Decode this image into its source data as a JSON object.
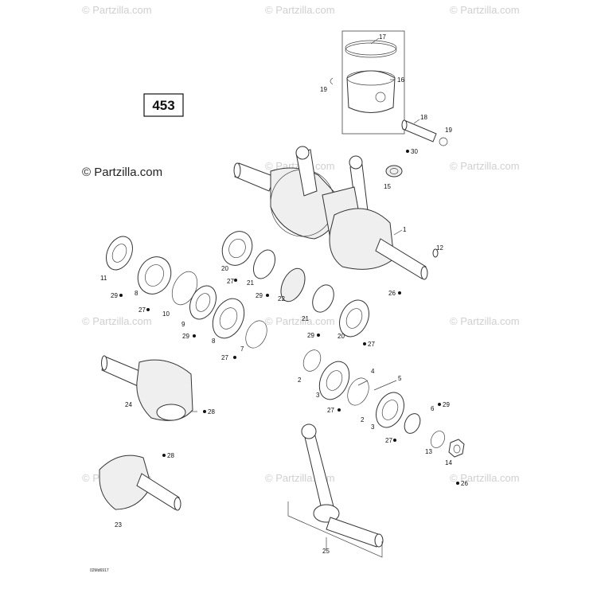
{
  "diagram": {
    "page_number": "453",
    "drawing_code": "02Md6917",
    "watermark_main": "© Partzilla.com",
    "watermark_faint": "© Partzilla.com",
    "labels": {
      "p1": "1",
      "p2a": "2",
      "p2b": "2",
      "p3a": "3",
      "p3b": "3",
      "p4": "4",
      "p5": "5",
      "p6": "6",
      "p7": "7",
      "p8a": "8",
      "p8b": "8",
      "p9": "9",
      "p10": "10",
      "p11": "11",
      "p12": "12",
      "p13": "13",
      "p14": "14",
      "p15": "15",
      "p16": "16",
      "p17": "17",
      "p18": "18",
      "p19a": "19",
      "p19b": "19",
      "p20a": "20",
      "p20b": "20",
      "p21a": "21",
      "p21b": "21",
      "p22": "22",
      "p23": "23",
      "p24": "24",
      "p25": "25",
      "p26a": "26",
      "p26b": "26",
      "p27a": "27",
      "p27b": "27",
      "p27c": "27",
      "p27d": "27",
      "p27e": "27",
      "p27f": "27",
      "p28a": "28",
      "p28b": "28",
      "p29a": "29",
      "p29b": "29",
      "p29c": "29",
      "p29d": "29",
      "p29e": "29",
      "p30": "30"
    }
  }
}
